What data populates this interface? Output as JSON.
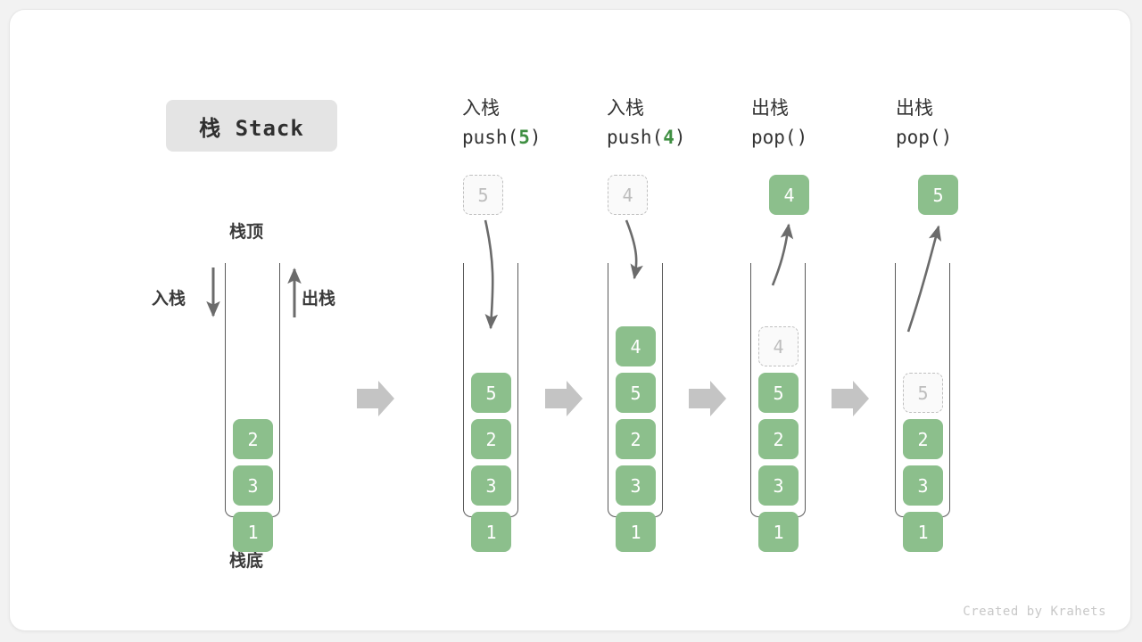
{
  "title": {
    "text": "栈 Stack"
  },
  "footer": {
    "text": "Created by Krahets"
  },
  "colors": {
    "element_green": "#8cbf8c",
    "accent_green": "#3f8f42",
    "ghost_gray": "#bdbdbd",
    "arrow_gray": "#c4c4c4",
    "stroke_gray": "#5a5a5a",
    "card_bg": "#ffffff",
    "page_bg": "#f2f2f2"
  },
  "base_stack": {
    "top_label": "栈顶",
    "bottom_label": "栈底",
    "push_label": "入栈",
    "pop_label": "出栈",
    "items": [
      "2",
      "3",
      "1"
    ]
  },
  "steps": [
    {
      "op": "push",
      "head_line1": "入栈",
      "head_line2_prefix": "push(",
      "head_line2_value": "5",
      "head_line2_suffix": ")",
      "floating_value": "5",
      "floating_style": "ghost",
      "items": [
        "5",
        "2",
        "3",
        "1"
      ],
      "ghost_index": -1
    },
    {
      "op": "push",
      "head_line1": "入栈",
      "head_line2_prefix": "push(",
      "head_line2_value": "4",
      "head_line2_suffix": ")",
      "floating_value": "4",
      "floating_style": "ghost",
      "items": [
        "4",
        "5",
        "2",
        "3",
        "1"
      ],
      "ghost_index": -1
    },
    {
      "op": "pop",
      "head_line1": "出栈",
      "head_line2_prefix": "pop(",
      "head_line2_value": "",
      "head_line2_suffix": ")",
      "floating_value": "4",
      "floating_style": "solid",
      "items": [
        "4",
        "5",
        "2",
        "3",
        "1"
      ],
      "ghost_index": 0
    },
    {
      "op": "pop",
      "head_line1": "出栈",
      "head_line2_prefix": "pop(",
      "head_line2_value": "",
      "head_line2_suffix": ")",
      "floating_value": "5",
      "floating_style": "solid",
      "items": [
        "5",
        "2",
        "3",
        "1"
      ],
      "ghost_index": 0
    }
  ]
}
